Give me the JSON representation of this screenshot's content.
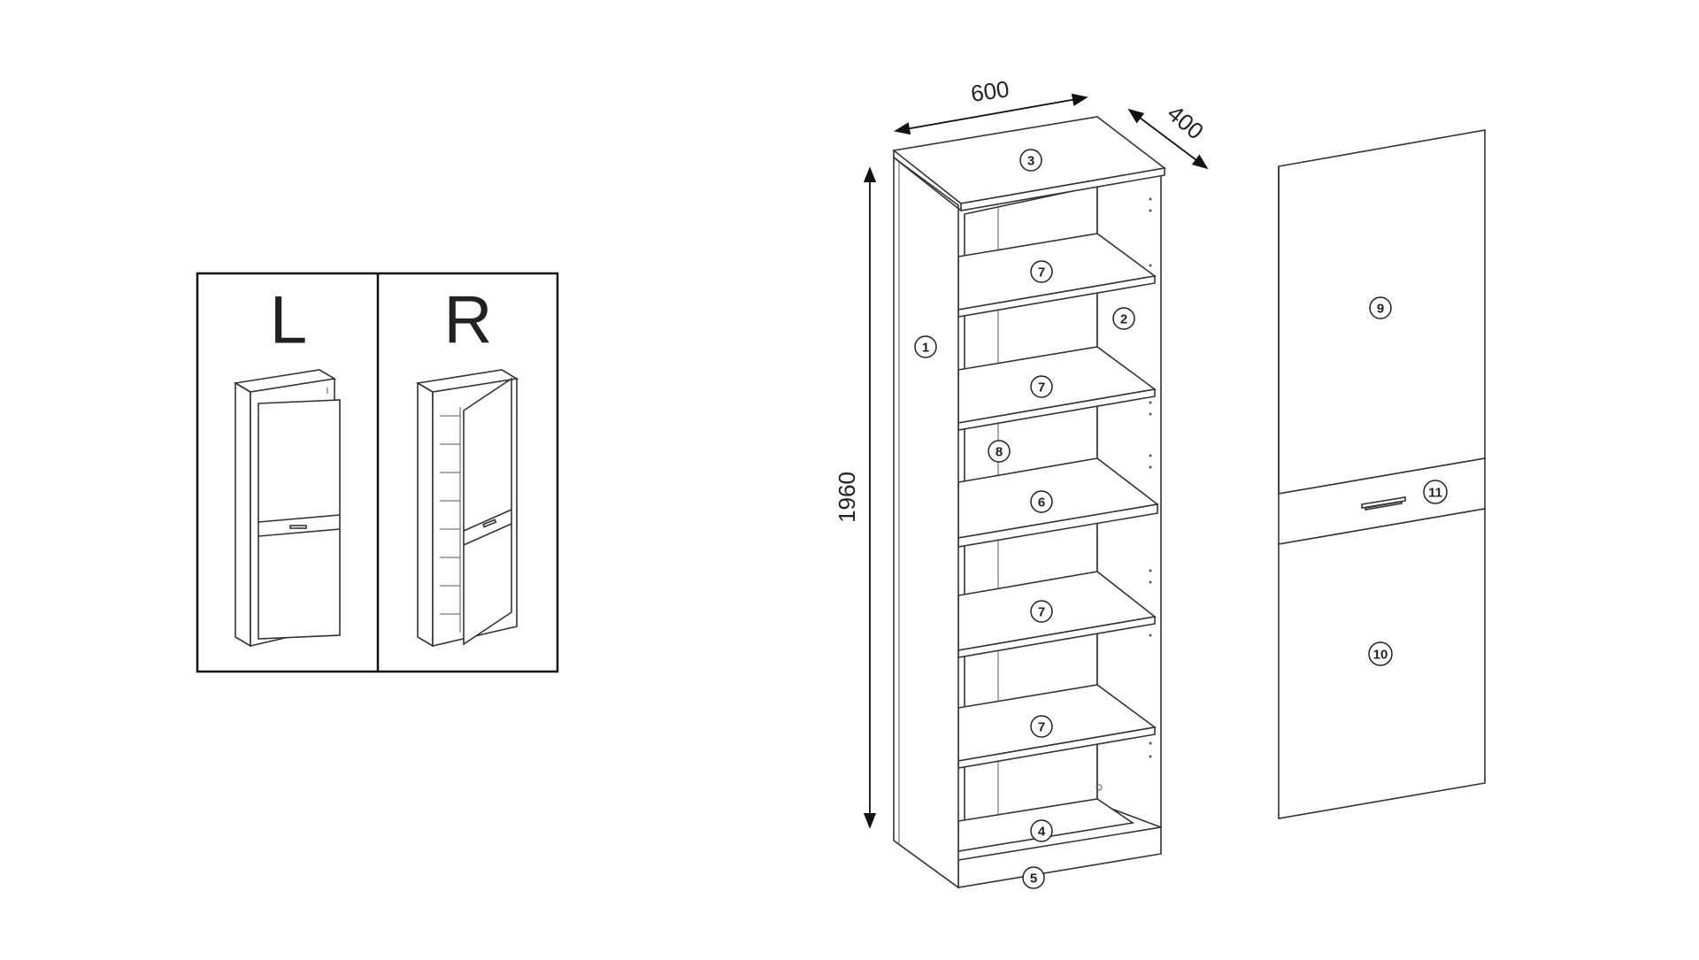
{
  "variants": {
    "left": {
      "label": "L"
    },
    "right": {
      "label": "R"
    }
  },
  "dimensions": {
    "width": "600",
    "depth": "400",
    "height": "1960"
  },
  "parts": {
    "side_left": "1",
    "side_right": "2",
    "top": "3",
    "bottom": "4",
    "plinth": "5",
    "fixed_shelf": "6",
    "shelf_1": "7",
    "shelf_2": "7",
    "shelf_3": "7",
    "shelf_4": "7",
    "back_panel": "8",
    "door_upper": "9",
    "door_lower": "10",
    "drawer_front": "11"
  }
}
